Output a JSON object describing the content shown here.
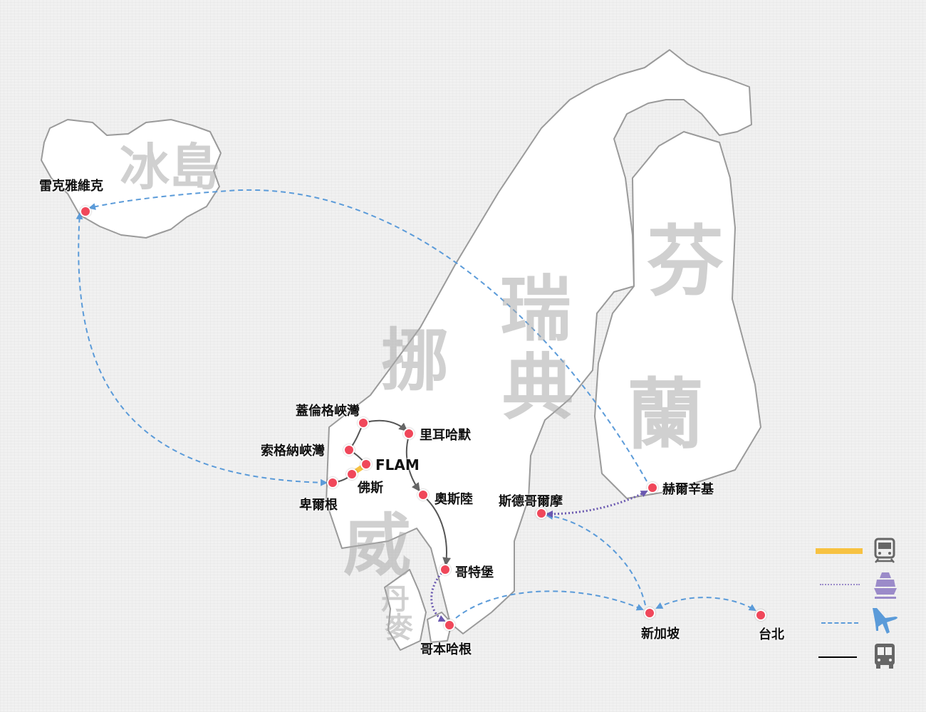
{
  "countries": {
    "iceland": "冰島",
    "sweden": [
      "瑞",
      "典"
    ],
    "finland": [
      "芬",
      "蘭"
    ],
    "norway": [
      "挪",
      "威"
    ],
    "denmark": [
      "丹",
      "麥"
    ]
  },
  "cities": {
    "reykjavik": "雷克雅維克",
    "bergen": "卑爾根",
    "voss": "佛斯",
    "flam": "FLAM",
    "sognefjord": "索格納峽灣",
    "geirangerfjord": "蓋倫格峽灣",
    "lillehammer": "里耳哈默",
    "oslo": "奧斯陸",
    "gothenburg": "哥特堡",
    "copenhagen": "哥本哈根",
    "stockholm": "斯德哥爾摩",
    "helsinki": "赫爾辛基",
    "singapore": "新加坡",
    "taipei": "台北"
  },
  "legend": [
    {
      "mode": "train",
      "icon": "train-icon",
      "color": "#f7c242"
    },
    {
      "mode": "ship",
      "icon": "ship-icon",
      "color": "#9b8bc9"
    },
    {
      "mode": "plane",
      "icon": "airplane-icon",
      "color": "#5b9bd9"
    },
    {
      "mode": "bus",
      "icon": "bus-icon",
      "color": "#000000"
    }
  ],
  "colors": {
    "city_dot": "#f0475a",
    "land_stroke": "#9a9a9a",
    "bus": "#555555"
  }
}
